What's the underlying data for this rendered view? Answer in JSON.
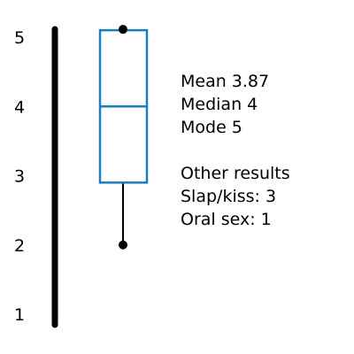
{
  "chart_data": {
    "type": "box",
    "title": "",
    "xlabel": "",
    "ylabel": "",
    "ylim": [
      1,
      5
    ],
    "y_ticks": [
      "1",
      "2",
      "3",
      "4",
      "5"
    ],
    "grid": false,
    "box": {
      "min": 2,
      "q1": 2.9,
      "median": 4,
      "q3": 5.1,
      "max": 5.1
    },
    "annotations": {
      "mean": "Mean 3.87",
      "median": "Median 4",
      "mode": "Mode 5",
      "other_header": "Other results",
      "other_lines": [
        "Slap/kiss: 3",
        "Oral sex: 1"
      ]
    },
    "colors": {
      "axis": "#000000",
      "box": "#1a7fbf",
      "whisker": "#000000"
    }
  }
}
